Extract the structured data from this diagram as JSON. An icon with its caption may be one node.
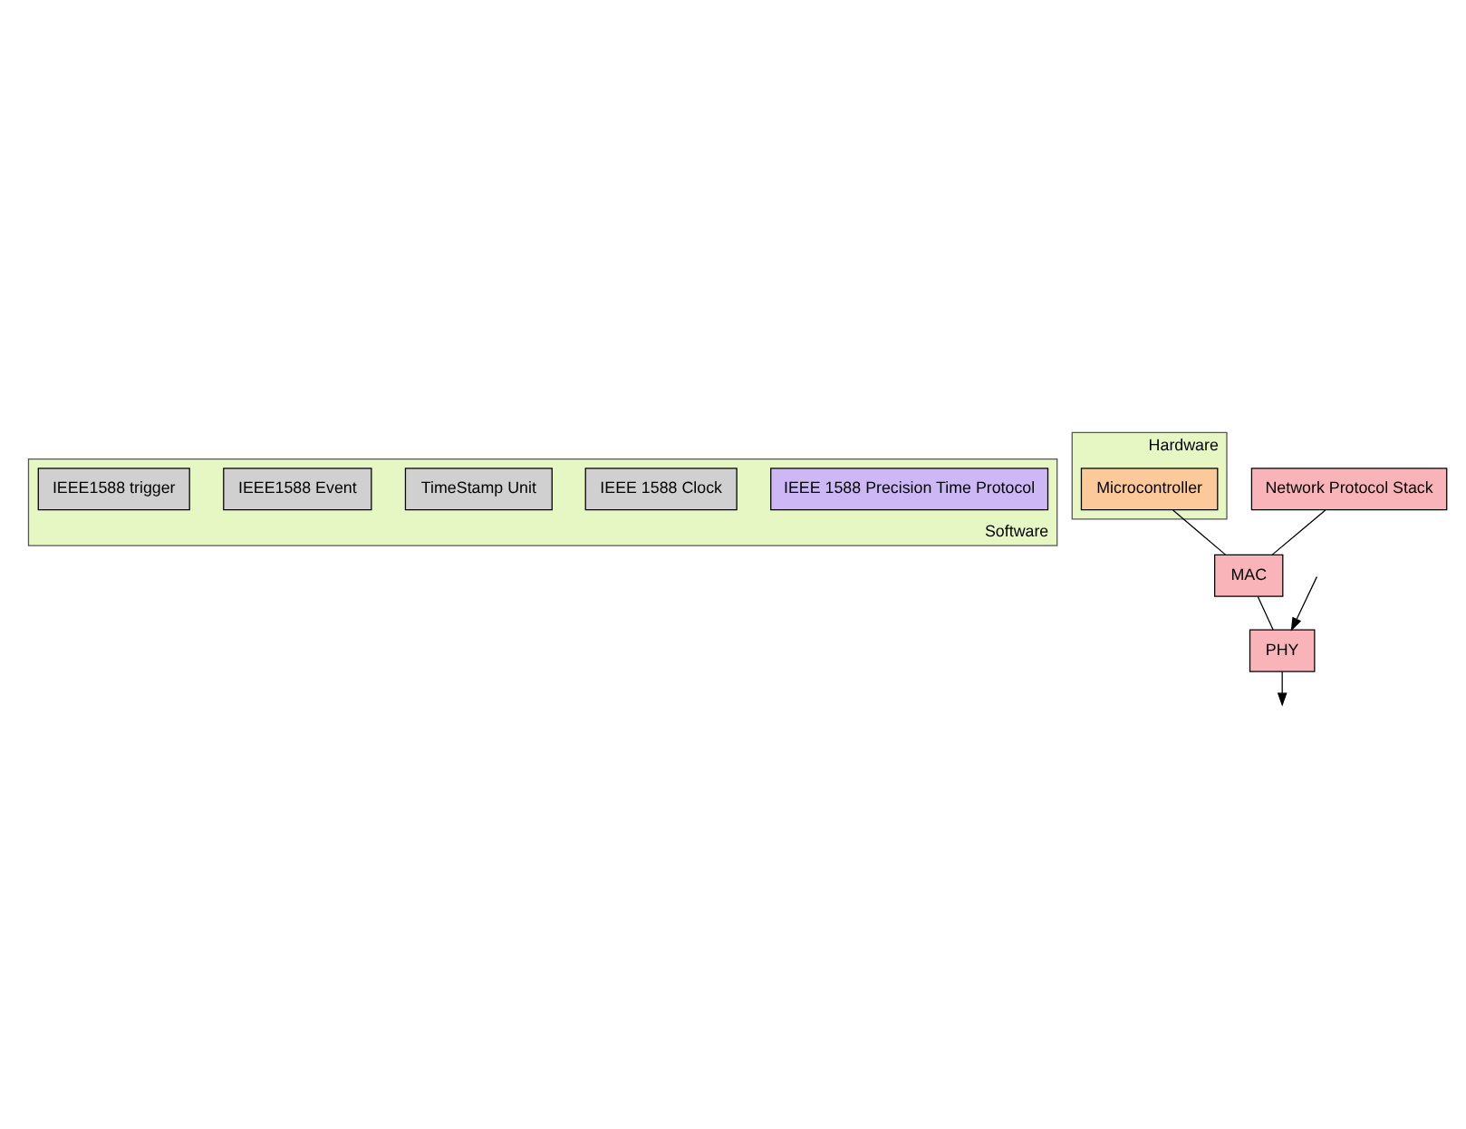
{
  "diagram": {
    "nodes": [
      {
        "text": [
          "Software"
        ]
      },
      {
        "text": [
          "IEEE 1588 Precision Time Protocol"
        ],
        "in": 0
      },
      {
        "text": [
          "IEEE 1588 Clock"
        ],
        "in": 0
      },
      {
        "text": [
          "TimeStamp Unit"
        ],
        "in": 0
      },
      {
        "text": [
          "IEEE1588 Event"
        ],
        "in": 0
      },
      {
        "text": [
          "IEEE1588 trigger"
        ],
        "in": 0
      },
      {
        "text": [
          "Hardware"
        ]
      },
      {
        "text": [
          "Microcontroller"
        ],
        "in": 6
      },
      {
        "text": [
          "Network Protocol Stack"
        ]
      },
      {
        "text": [
          "MAC"
        ]
      },
      {
        "text": [
          "PHY"
        ]
      }
    ],
    "edges": [
      {
        "from": 8,
        "to": 9,
        "arrow": "none"
      },
      {
        "from": 7,
        "to": 9,
        "arrow": "none"
      },
      {
        "from": 9,
        "to": 10,
        "arrow": "none"
      },
      {
        "from": null,
        "to": 10,
        "arrow": "to"
      },
      {
        "from": 10,
        "to": null,
        "arrow": "to"
      }
    ]
  }
}
